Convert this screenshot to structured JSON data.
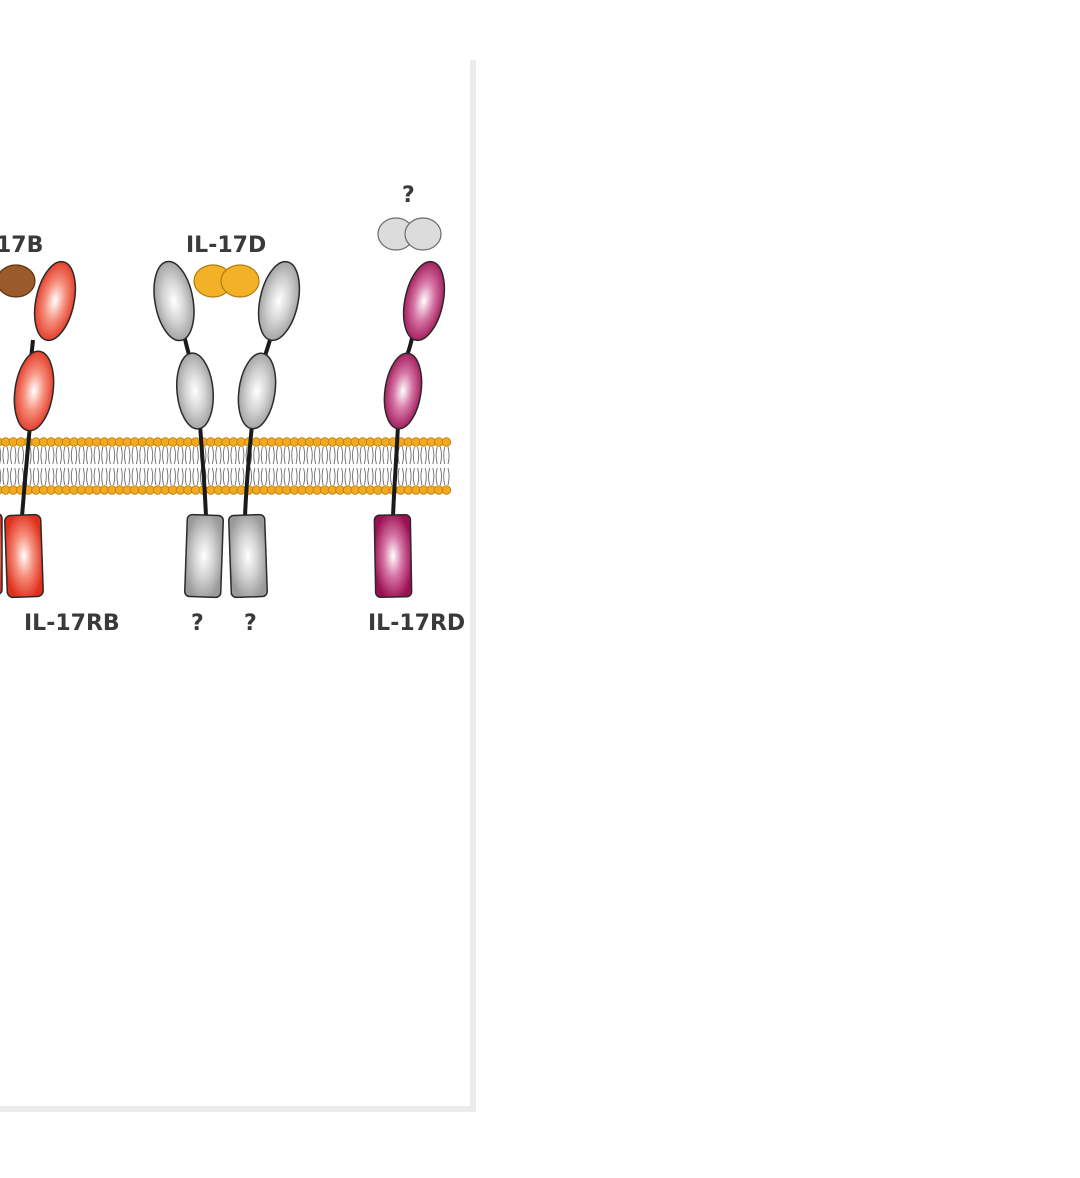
{
  "ligands": {
    "il17b": "17B",
    "il17d": "IL-17D",
    "unknown": "?"
  },
  "receptors": {
    "il17rb": "IL-17RB",
    "unknown_1": "?",
    "unknown_2": "?",
    "il17rd": "IL-17RD"
  },
  "colors": {
    "il17b_ligand": "#9a5a2a",
    "il17d_ligand": "#f2b126",
    "unknown_ligand": "#d8d8d8",
    "il17rb": "#e63a2a",
    "grey_receptor": "#a8a8a8",
    "il17rd": "#a8145a",
    "lipid_head": "#f2a91e",
    "panel_shadow": "#ececec"
  }
}
